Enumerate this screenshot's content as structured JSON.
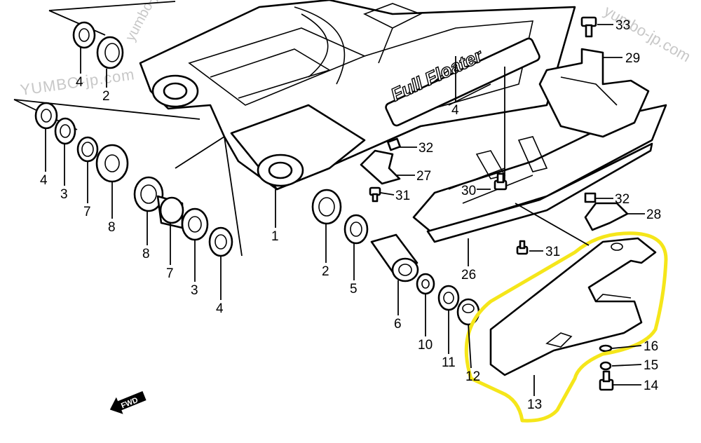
{
  "watermark": {
    "left": "YUMBO-jp.com",
    "top": "yumbo-jp",
    "right": "yumbo-jp.com"
  },
  "brand_decal": "Full Floater",
  "fwd_arrow": "FWD",
  "highlight_color": "#f5e61a",
  "callouts": [
    {
      "id": "c1",
      "label": "1"
    },
    {
      "id": "c2a",
      "label": "2"
    },
    {
      "id": "c2b",
      "label": "2"
    },
    {
      "id": "c3a",
      "label": "3"
    },
    {
      "id": "c3b",
      "label": "3"
    },
    {
      "id": "c4a",
      "label": "4"
    },
    {
      "id": "c4b",
      "label": "4"
    },
    {
      "id": "c4c",
      "label": "4"
    },
    {
      "id": "c4d",
      "label": "4"
    },
    {
      "id": "c5",
      "label": "5"
    },
    {
      "id": "c6",
      "label": "6"
    },
    {
      "id": "c7a",
      "label": "7"
    },
    {
      "id": "c7b",
      "label": "7"
    },
    {
      "id": "c8a",
      "label": "8"
    },
    {
      "id": "c8b",
      "label": "8"
    },
    {
      "id": "c10",
      "label": "10"
    },
    {
      "id": "c11",
      "label": "11"
    },
    {
      "id": "c12",
      "label": "12"
    },
    {
      "id": "c13",
      "label": "13"
    },
    {
      "id": "c14",
      "label": "14"
    },
    {
      "id": "c15",
      "label": "15"
    },
    {
      "id": "c16",
      "label": "16"
    },
    {
      "id": "c26",
      "label": "26"
    },
    {
      "id": "c27",
      "label": "27"
    },
    {
      "id": "c28",
      "label": "28"
    },
    {
      "id": "c29",
      "label": "29"
    },
    {
      "id": "c30",
      "label": "30"
    },
    {
      "id": "c31a",
      "label": "31"
    },
    {
      "id": "c31b",
      "label": "31"
    },
    {
      "id": "c32a",
      "label": "32"
    },
    {
      "id": "c32b",
      "label": "32"
    },
    {
      "id": "c33",
      "label": "33"
    }
  ]
}
